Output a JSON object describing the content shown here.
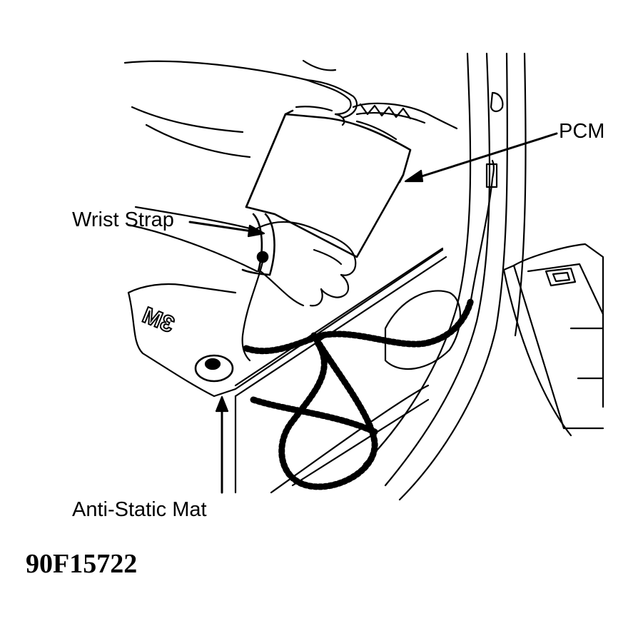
{
  "labels": {
    "pcm": "PCM",
    "wrist_strap": "Wrist Strap",
    "anti_static_mat": "Anti-Static Mat"
  },
  "mat_logo": "3M",
  "figure_id": "90F15722",
  "colors": {
    "ink": "#000000",
    "paper": "#ffffff"
  }
}
